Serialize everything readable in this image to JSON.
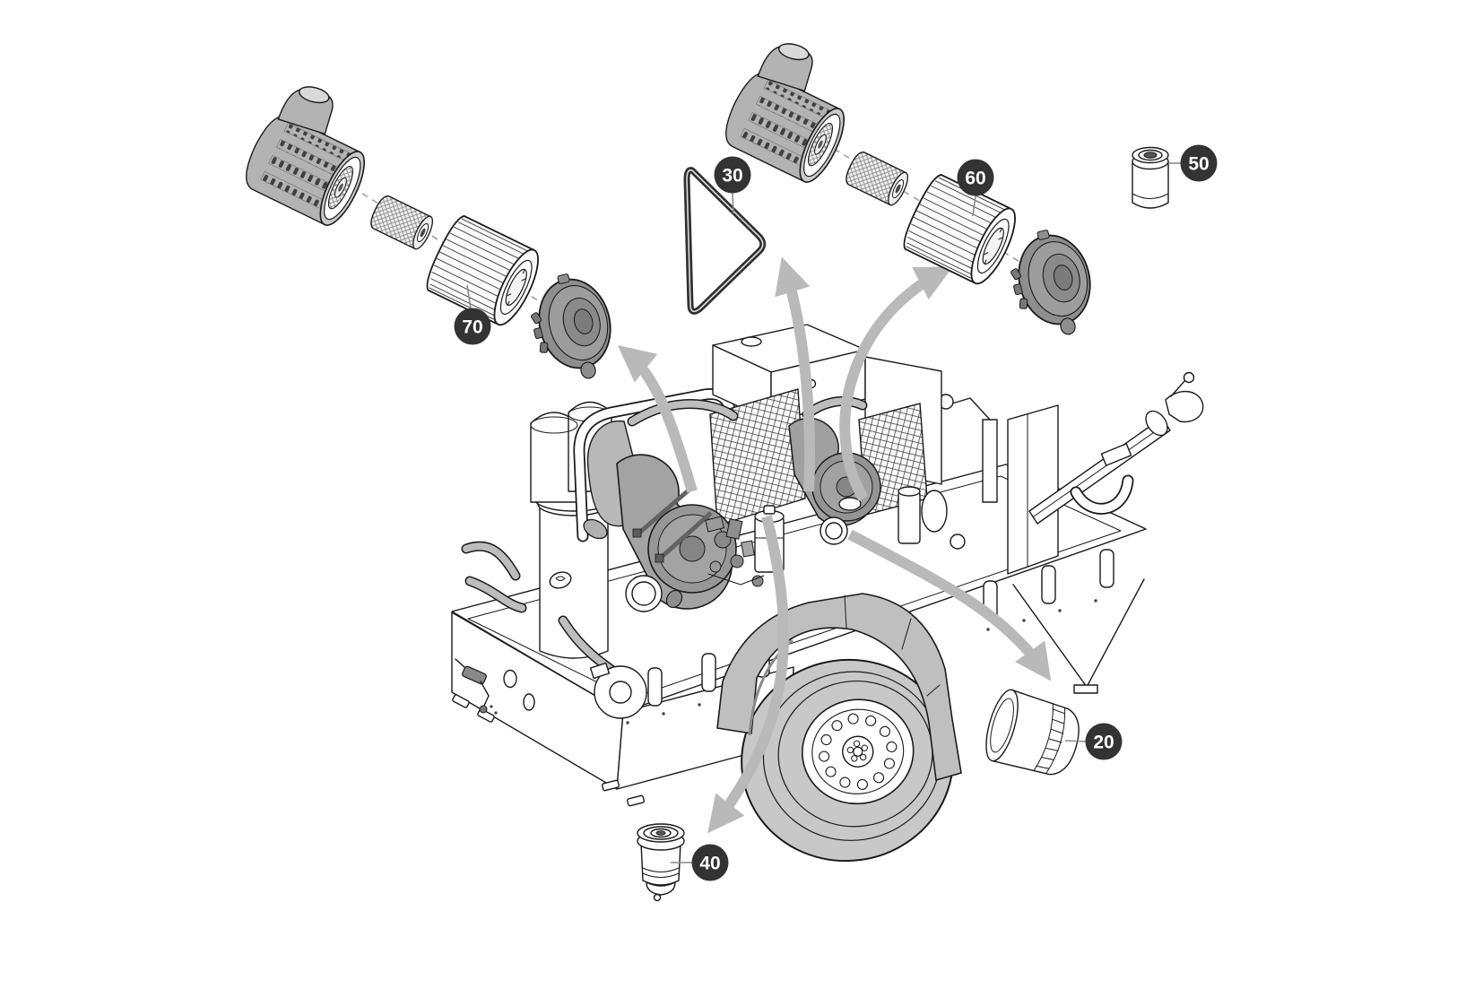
{
  "diagram": {
    "type": "exploded-parts-diagram",
    "subject": "trailer-mounted-portable-compressor-filter-service-parts",
    "background_color": "#ffffff",
    "line_color": "#1a1a1a",
    "arrow_color": "#b9b9b9",
    "callout_style": {
      "fill": "#333333",
      "text_color": "#ffffff"
    },
    "callouts": [
      {
        "label": "20",
        "part": "spin-on-oil-filter"
      },
      {
        "label": "30",
        "part": "drive-belt"
      },
      {
        "label": "40",
        "part": "fuel-filter-water-separator"
      },
      {
        "label": "50",
        "part": "oil-filter-element"
      },
      {
        "label": "60",
        "part": "air-filter-element"
      },
      {
        "label": "70",
        "part": "air-filter-element"
      }
    ]
  }
}
